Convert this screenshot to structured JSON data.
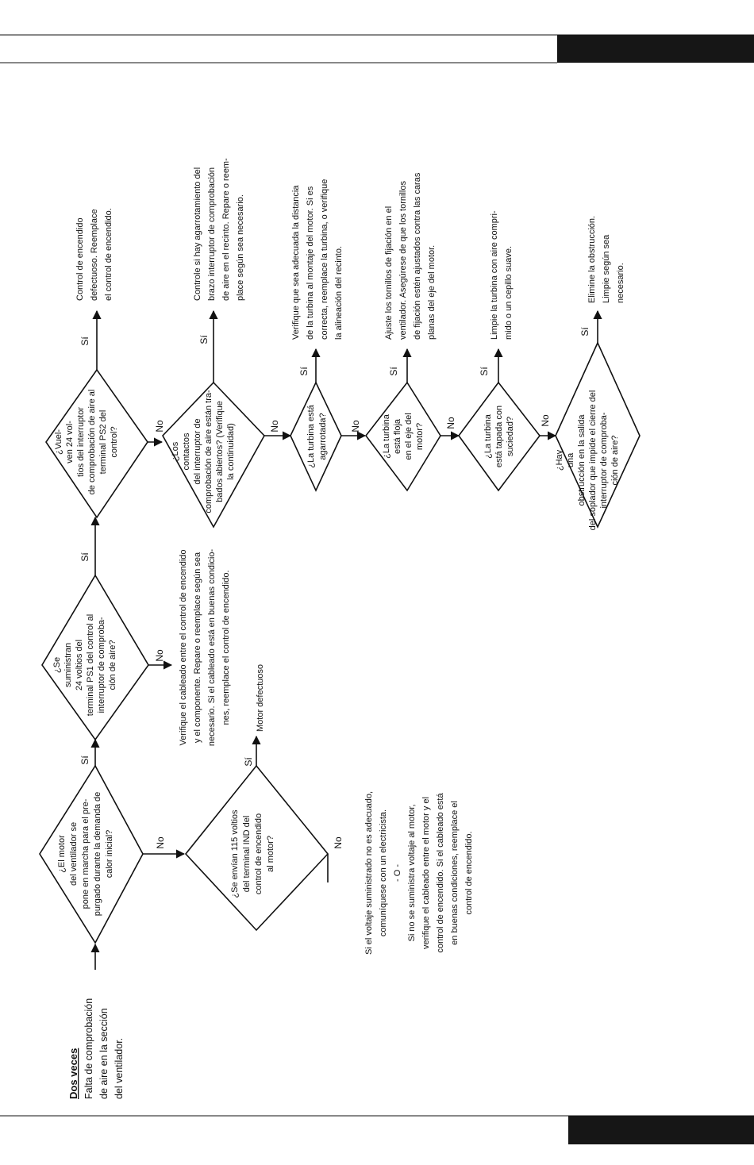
{
  "intro": {
    "title": "Dos veces",
    "lines": [
      "Falta de comprobación",
      "de aire en la sección",
      "del ventilador."
    ]
  },
  "labels": {
    "yes": "Sí",
    "no": "No"
  },
  "diamonds": [
    {
      "id": "d1",
      "lines": [
        "¿El motor",
        "del ventilador se",
        "pone en marcha para el pre-",
        "purgado durante la demanda de",
        "calor inicial?"
      ]
    },
    {
      "id": "d2",
      "lines": [
        "¿Se envían 115 voltios",
        "del terminal IND del",
        "control de encendido",
        "al motor?"
      ]
    },
    {
      "id": "d3",
      "lines": [
        "¿Se",
        "suministran",
        "24 voltios del",
        "terminal PS1 del control al",
        "interruptor de comproba-",
        "ción de aire?"
      ]
    },
    {
      "id": "d4",
      "lines": [
        "¿Vuel-",
        "ven 24 vol-",
        "tios del interruptor",
        "de comprobación de aire al",
        "terminal PS2 del",
        "control?"
      ]
    },
    {
      "id": "d5",
      "lines": [
        "¿Los",
        "contactos",
        "del interruptor de",
        "comprobación de aire están tra-",
        "bados abiertos? (Verifique",
        "la continuidad)"
      ]
    },
    {
      "id": "d6",
      "lines": [
        "¿La turbina está",
        "agarrotada?"
      ]
    },
    {
      "id": "d7",
      "lines": [
        "¿La turbina",
        "está floja",
        "en el eje del",
        "motor?"
      ]
    },
    {
      "id": "d8",
      "lines": [
        "¿La turbina",
        "está tapada con",
        "suciedad?"
      ]
    },
    {
      "id": "d9",
      "lines": [
        "¿Hay",
        "una",
        "obstrucción en la salida",
        "del soplador que impide el cierre del",
        "interruptor de comproba-",
        "ción de aire?"
      ]
    }
  ],
  "notes": [
    {
      "id": "n1",
      "lines": [
        "Motor defectuoso"
      ]
    },
    {
      "id": "n2",
      "lines": [
        "Si el voltaje suministrado no es adecuado,",
        "comuníquese con un electricista.",
        "- O -",
        "Si no se suministra voltaje al motor,",
        "verifique el cableado entre el motor y el",
        "control de encendido. Si el cableado está",
        "en buenas condiciones, reemplace el",
        "control de encendido."
      ]
    },
    {
      "id": "n3",
      "lines": [
        "Verifique el cableado entre el control de encendido",
        "y el componente. Repare o reemplace según sea",
        "necesario. Si el cableado está en buenas condicio-",
        "nes, reemplace el control de encendido."
      ]
    },
    {
      "id": "n4",
      "lines": [
        "Control de encendido",
        "defectuoso. Reemplace",
        "el control de encendido."
      ]
    },
    {
      "id": "n5",
      "lines": [
        "Controle si hay agarrotamiento del",
        "brazo interruptor de comprobación",
        "de aire en el recinto. Repare o reem-",
        "place según sea necesario."
      ]
    },
    {
      "id": "n6",
      "lines": [
        "Verifique que sea adecuada la distancia",
        "de la turbina al montaje del motor. Si es",
        "correcta, reemplace la turbina, o verifique",
        "la alineación del recinto."
      ]
    },
    {
      "id": "n7",
      "lines": [
        "Ajuste los tornillos de fijación en el",
        "ventilador. Asegúrese de que los tornillos",
        "de fijación estén ajustados contra las caras",
        "planas del eje del motor."
      ]
    },
    {
      "id": "n8",
      "lines": [
        "Limpie la turbina con aire compri-",
        "mido o un cepillo suave."
      ]
    },
    {
      "id": "n9",
      "lines": [
        "Elimine la obstrucción.",
        "Limpie según sea",
        "necesario."
      ]
    }
  ]
}
